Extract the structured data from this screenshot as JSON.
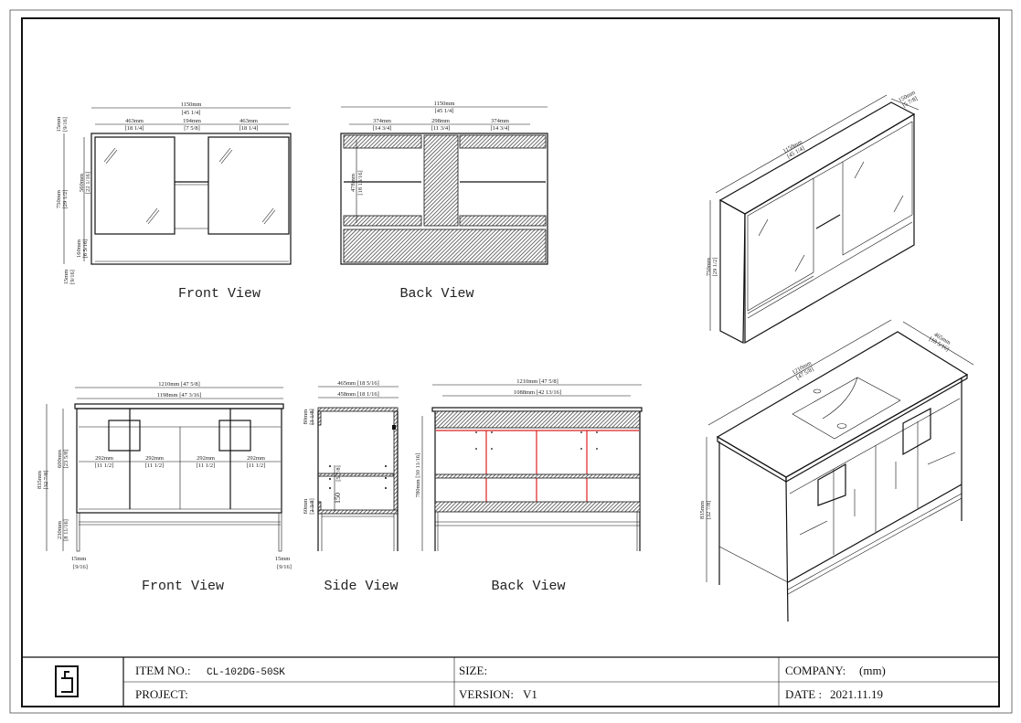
{
  "mirror_front": {
    "label": "Front View",
    "overall_width": [
      "1150mm",
      "[45 1/4]"
    ],
    "left_door": [
      "463mm",
      "[18 1/4]"
    ],
    "center": [
      "194mm",
      "[7 5/8]"
    ],
    "right_door": [
      "463mm",
      "[18 1/4]"
    ],
    "top_gap": [
      "15mm",
      "[9/16]"
    ],
    "height": [
      "750mm",
      "[29 1/2]"
    ],
    "door_height": [
      "560mm",
      "[22 1/16]"
    ],
    "bottom_shelf": [
      "160mm",
      "[6 5/16]"
    ],
    "bottom_gap": [
      "15mm",
      "[9/16]"
    ]
  },
  "mirror_back": {
    "label": "Back View",
    "overall_width": [
      "1150mm",
      "[45 1/4]"
    ],
    "left": [
      "374mm",
      "[14 3/4]"
    ],
    "center": [
      "298mm",
      "[11 3/4]"
    ],
    "right": [
      "374mm",
      "[14 3/4]"
    ],
    "height": [
      "478mm",
      "[18 13/16]"
    ]
  },
  "mirror_iso": {
    "width": [
      "1150mm",
      "[45 1/4]"
    ],
    "depth": [
      "150mm",
      "[5 7/8]"
    ],
    "height": [
      "750mm",
      "[29 1/2]"
    ]
  },
  "vanity_front": {
    "label": "Front View",
    "overall_width": "1210mm [47 5/8]",
    "body_width": "1198mm [47 3/16]",
    "doors": [
      [
        "292mm",
        "[11 1/2]"
      ],
      [
        "292mm",
        "[11 1/2]"
      ],
      [
        "292mm",
        "[11 1/2]"
      ],
      [
        "292mm",
        "[11 1/2]"
      ]
    ],
    "height": [
      "835mm",
      "[32 7/8]"
    ],
    "body_height": [
      "600mm",
      "[23 5/8]"
    ],
    "leg_height": [
      "230mm",
      "[8 11/16]"
    ],
    "left_leg": [
      "15mm",
      "[9/16]"
    ],
    "right_leg": [
      "15mm",
      "[9/16]"
    ]
  },
  "vanity_side": {
    "label": "Side View",
    "overall_depth": "465mm [18 5/16]",
    "body_depth": "458mm [18 1/16]",
    "top_rail": [
      "80mm",
      "[3 1/8]"
    ],
    "bottom_rail": [
      "60mm",
      "[2 3/8]"
    ],
    "shelf_height": "150",
    "shelf_small": "[5 7/8]"
  },
  "vanity_back": {
    "label": "Back View",
    "overall_width": "1210mm [47 5/8]",
    "inner_width": "1088mm [42 13/16]",
    "height": "780mm [30 11/16]"
  },
  "vanity_iso": {
    "width": [
      "1210mm",
      "[47 5/8]"
    ],
    "depth": [
      "465mm",
      "[18 5/16]"
    ],
    "height": [
      "835mm",
      "[32 7/8]"
    ]
  },
  "title_block": {
    "logo_icon": "sink-faucet-logo",
    "item_no_label": "ITEM NO.:",
    "item_no": "CL-102DG-50SK",
    "size_label": "SIZE:",
    "company_label": "COMPANY:",
    "company": "(mm)",
    "project_label": "PROJECT:",
    "version_label": "VERSION:",
    "version": "V1",
    "date_label": "DATE :",
    "date": "2021.11.19"
  },
  "colors": {
    "line": "#111111",
    "highlight": "#dd2222"
  }
}
